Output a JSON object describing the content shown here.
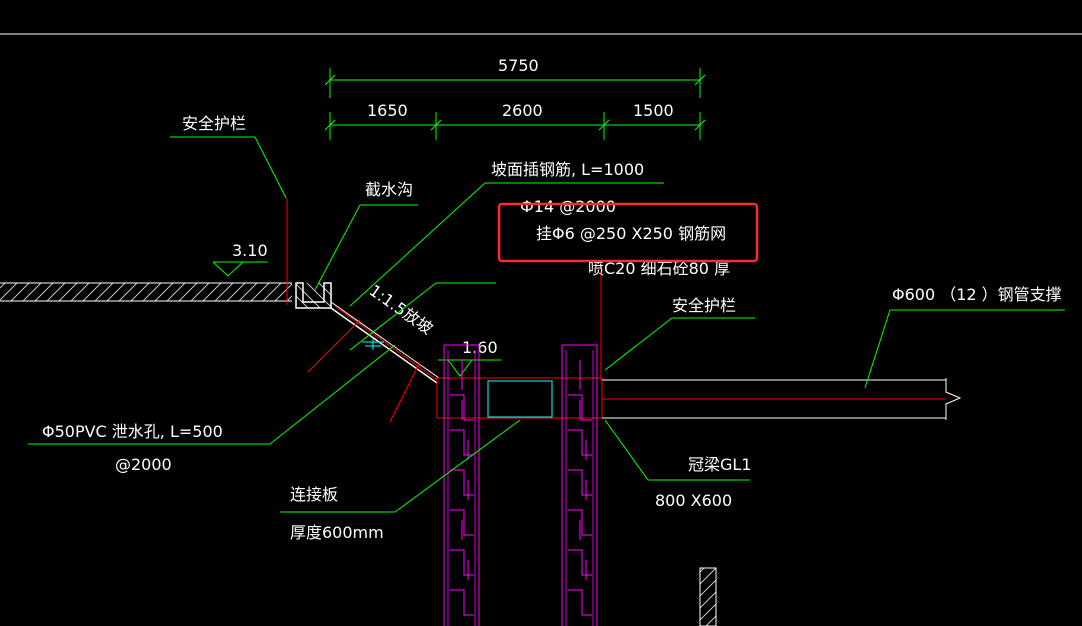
{
  "colors": {
    "background": "#000000",
    "line_white": "#ffffff",
    "dimension_green": "#00ff00",
    "section_red": "#ff0000",
    "pile_magenta": "#ff00ff",
    "panel_cyan": "#00ffff",
    "highlight_box": "#ff2a2a",
    "hatch_gray": "#c8c8c8"
  },
  "dimensions": {
    "overall": "5750",
    "segment_1": "1650",
    "segment_2": "2600",
    "segment_3": "1500"
  },
  "elevations": {
    "top_ground": "3.10",
    "crown_beam": "1.60"
  },
  "labels": {
    "guardrail_left": "安全护栏",
    "drainage_ditch": "截水沟",
    "slope_rebar": "坡面插钢筋, L=1000",
    "rebar_spec": "Ф14 @2000",
    "mesh_spec": "挂Φ6 @250   X250  钢筋网",
    "shotcrete": "喷C20  细石砼80  厚",
    "guardrail_right": "安全护栏",
    "steel_pipe": "Φ600 （12 ）钢管支撑",
    "slope_ratio": "1:1.5放坡",
    "pvc_drain": "Φ50PVC   泄水孔, L=500",
    "pvc_spacing": "@2000",
    "connection_plate": "连接板",
    "plate_thickness": "厚度600mm",
    "crown_beam": "冠梁GL1",
    "crown_beam_size": "800  X600"
  }
}
